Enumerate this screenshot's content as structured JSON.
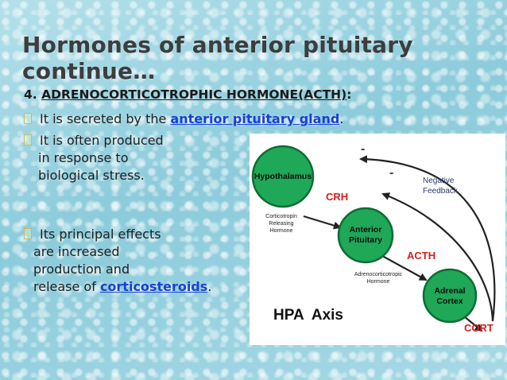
{
  "slide": {
    "title": "Hormones of anterior pituitary continue…",
    "heading_number": "4.",
    "heading_text": "ADRENOCORTICOTROPHIC HORMONE(ACTH)",
    "heading_colon": ":"
  },
  "bullets": [
    {
      "pre": "It is secreted by the ",
      "link": "anterior pituitary gland",
      "post": "."
    },
    {
      "lines": [
        "It is often produced",
        "in response to",
        "biological stress."
      ]
    },
    {
      "lines": [
        "Its principal effects",
        "are increased",
        "production and"
      ],
      "last_pre": "release of ",
      "link": "corticosteroids",
      "post": "."
    }
  ],
  "diagram": {
    "nodes": {
      "hypothalamus": "Hypothalamus",
      "anterior_pituitary": [
        "Anterior",
        "Pituitary"
      ],
      "adrenal_cortex": [
        "Adrenal",
        "Cortex"
      ]
    },
    "hormone_labels": {
      "crh": "CRH",
      "acth": "ACTH",
      "cort": "CORT"
    },
    "sublabels": {
      "crh": [
        "Corticotropin",
        "Releasing",
        "Hormone"
      ],
      "acth": [
        "Adrenocorticotropic",
        "Hormone"
      ]
    },
    "feedback_label": [
      "Negative",
      "Feedback"
    ],
    "minus_sign": "-",
    "axis_label": "HPA  Axis",
    "colors": {
      "node_fill": "#1ea858",
      "node_stroke": "#0e6b33",
      "hormone_label": "#d42020",
      "arrow": "#222222"
    }
  }
}
